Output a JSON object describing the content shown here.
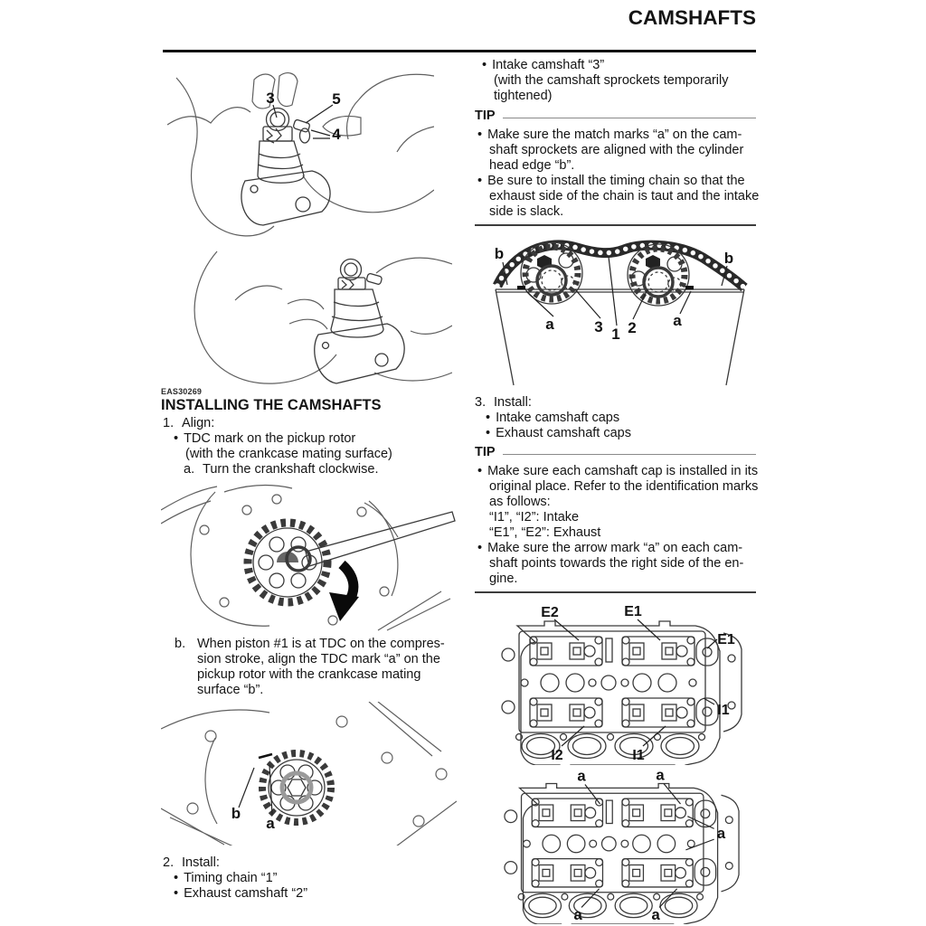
{
  "glyphs": {
    "bullet": "•"
  },
  "header": {
    "title": "CAMSHAFTS"
  },
  "left": {
    "fig_tensioner": {
      "c3": "3",
      "c5": "5",
      "c4": "4"
    },
    "code": "EAS30269",
    "title": "INSTALLING THE CAMSHAFTS",
    "step1": {
      "num": "1.",
      "label": "Align:"
    },
    "s1_bullet": "TDC mark on the pickup rotor",
    "s1_note": "(with the crankcase mating surface)",
    "s1a_num": "a.",
    "s1a_text": "Turn the crankshaft clockwise.",
    "s1b_num": "b.",
    "s1b_lines": [
      "When piston #1 is at TDC on the compres-",
      "sion stroke, align the TDC mark “a” on the",
      "pickup rotor with the crankcase mating",
      "surface “b”."
    ],
    "fig_rotor": {
      "b": "b",
      "a": "a"
    },
    "step2": {
      "num": "2.",
      "label": "Install:"
    },
    "step2_bullets": [
      "Timing chain “1”",
      "Exhaust camshaft “2”"
    ]
  },
  "right": {
    "intro_lines": [
      "Intake camshaft “3”",
      "(with the camshaft sprockets temporarily",
      "tightened)"
    ],
    "tip1": {
      "label": "TIP",
      "b1": [
        "Make sure the match marks “a” on the cam-",
        "shaft sprockets are aligned with the cylinder",
        "head edge “b”."
      ],
      "b2": [
        "Be sure to install the timing chain so that the",
        "exhaust side of the chain is taut and the intake",
        "side is slack."
      ]
    },
    "fig_chain": {
      "b_left": "b",
      "a_left": "a",
      "n3": "3",
      "n1": "1",
      "n2": "2",
      "a_right": "a",
      "b_right": "b"
    },
    "step3": {
      "num": "3.",
      "label": "Install:"
    },
    "step3_bullets": [
      "Intake camshaft caps",
      "Exhaust camshaft caps"
    ],
    "tip2": {
      "label": "TIP",
      "b1": [
        "Make sure each camshaft cap is installed in its",
        "original place. Refer to the identification marks",
        "as follows:",
        "“I1”, “I2”: Intake",
        "“E1”, “E2”: Exhaust"
      ],
      "b2": [
        "Make sure the arrow mark “a” on each cam-",
        "shaft points towards the right side of the en-",
        "gine."
      ]
    },
    "fig_head1": {
      "e2": "E2",
      "e1_top": "E1",
      "e1_right": "E1",
      "i1_right": "I1",
      "i2_bottom": "I2",
      "i1_bottom": "I1"
    },
    "fig_head2": {
      "a1": "a",
      "a2": "a",
      "a3": "a",
      "a4": "a",
      "a5": "a"
    }
  }
}
